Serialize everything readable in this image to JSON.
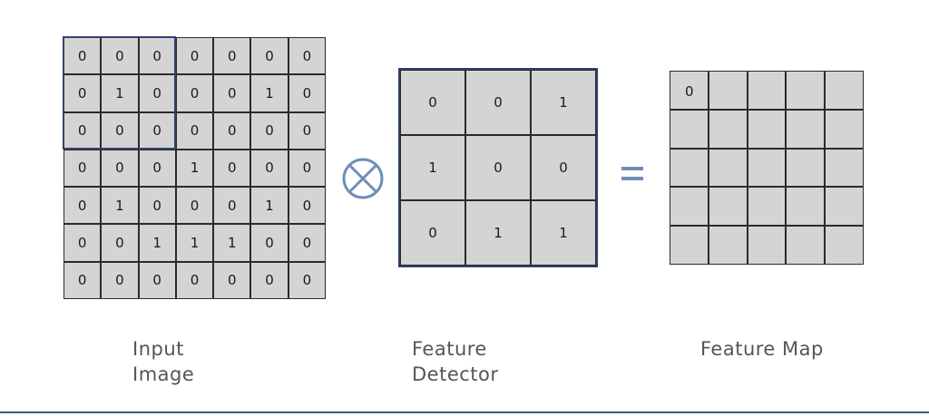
{
  "input_image": {
    "label_line1": "Input",
    "label_line2": "Image",
    "cells": [
      [
        "0",
        "0",
        "0",
        "0",
        "0",
        "0",
        "0"
      ],
      [
        "0",
        "1",
        "0",
        "0",
        "0",
        "1",
        "0"
      ],
      [
        "0",
        "0",
        "0",
        "0",
        "0",
        "0",
        "0"
      ],
      [
        "0",
        "0",
        "0",
        "1",
        "0",
        "0",
        "0"
      ],
      [
        "0",
        "1",
        "0",
        "0",
        "0",
        "1",
        "0"
      ],
      [
        "0",
        "0",
        "1",
        "1",
        "1",
        "0",
        "0"
      ],
      [
        "0",
        "0",
        "0",
        "0",
        "0",
        "0",
        "0"
      ]
    ]
  },
  "operator_icon": "circled-times-icon",
  "feature_detector": {
    "label_line1": "Feature",
    "label_line2": "Detector",
    "cells": [
      [
        "0",
        "0",
        "1"
      ],
      [
        "1",
        "0",
        "0"
      ],
      [
        "0",
        "1",
        "1"
      ]
    ]
  },
  "equals_icon": "equals-icon",
  "feature_map": {
    "label": "Feature Map",
    "cells": [
      [
        "0",
        "",
        "",
        "",
        ""
      ],
      [
        "",
        "",
        "",
        "",
        ""
      ],
      [
        "",
        "",
        "",
        "",
        ""
      ],
      [
        "",
        "",
        "",
        "",
        ""
      ],
      [
        "",
        "",
        "",
        "",
        ""
      ]
    ]
  },
  "colors": {
    "cell_fill": "#d4d4d4",
    "highlight_border": "#34426b",
    "operator": "#6f8db8",
    "label_text": "#555555",
    "bottom_rule": "#3e5a73"
  }
}
